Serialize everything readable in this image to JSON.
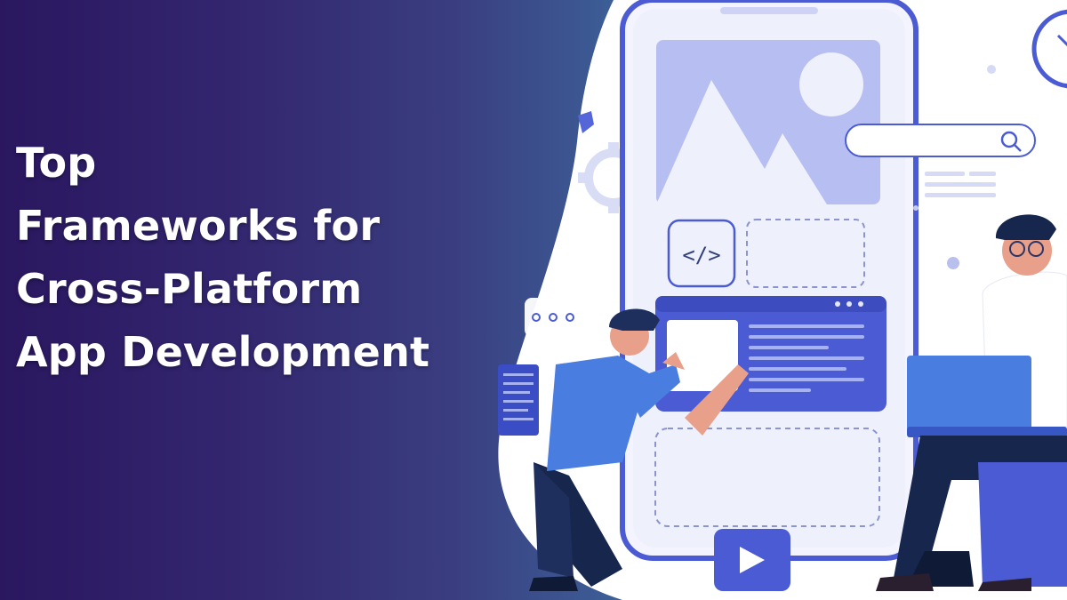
{
  "headline": {
    "line1": "Top",
    "line2": "Frameworks for",
    "line3": "Cross-Platform",
    "line4": "App Development"
  },
  "illustration": {
    "code_tag": "</>",
    "icons": [
      "search-icon",
      "code-icon",
      "play-icon",
      "gear-icon",
      "clock-icon",
      "chat-bubble-icon"
    ]
  },
  "colors": {
    "gradient_start": "#2a1760",
    "gradient_end": "#3f79a8",
    "accent_blue": "#4a5bd4",
    "panel_light": "#e4e7fb",
    "headline_text": "#ffffff"
  }
}
